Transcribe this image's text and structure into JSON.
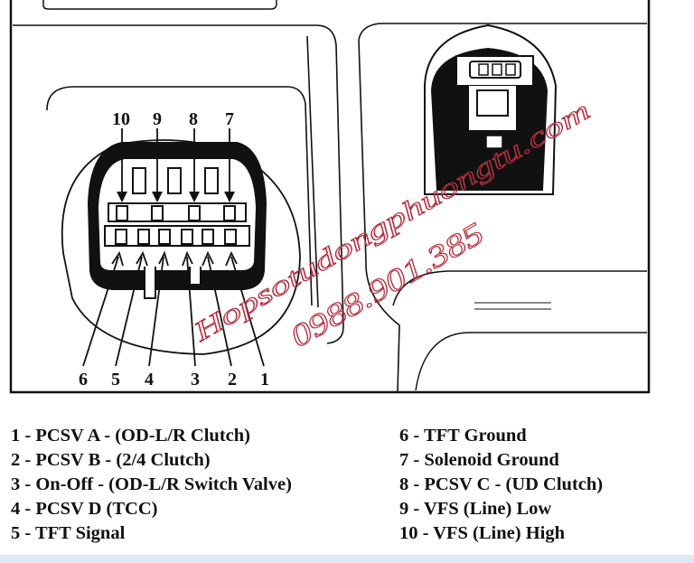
{
  "diagram": {
    "pin_labels_top": [
      "10",
      "9",
      "8",
      "7"
    ],
    "pin_labels_bottom": [
      "6",
      "5",
      "4",
      "3",
      "2",
      "1"
    ],
    "watermark": {
      "site": "Hopsotudongphuongtu.com",
      "phone": "0988.901.385"
    }
  },
  "legend": {
    "left": [
      "1 - PCSV A - (OD-L/R Clutch)",
      "2 - PCSV B - (2/4 Clutch)",
      "3 - On-Off - (OD-L/R Switch Valve)",
      "4 - PCSV D (TCC)",
      "5 - TFT Signal"
    ],
    "right": [
      "6 -  TFT Ground",
      "7 -  Solenoid Ground",
      "8 -  PCSV C - (UD Clutch)",
      "9 -  VFS (Line) Low",
      "10 - VFS (Line) High"
    ]
  }
}
